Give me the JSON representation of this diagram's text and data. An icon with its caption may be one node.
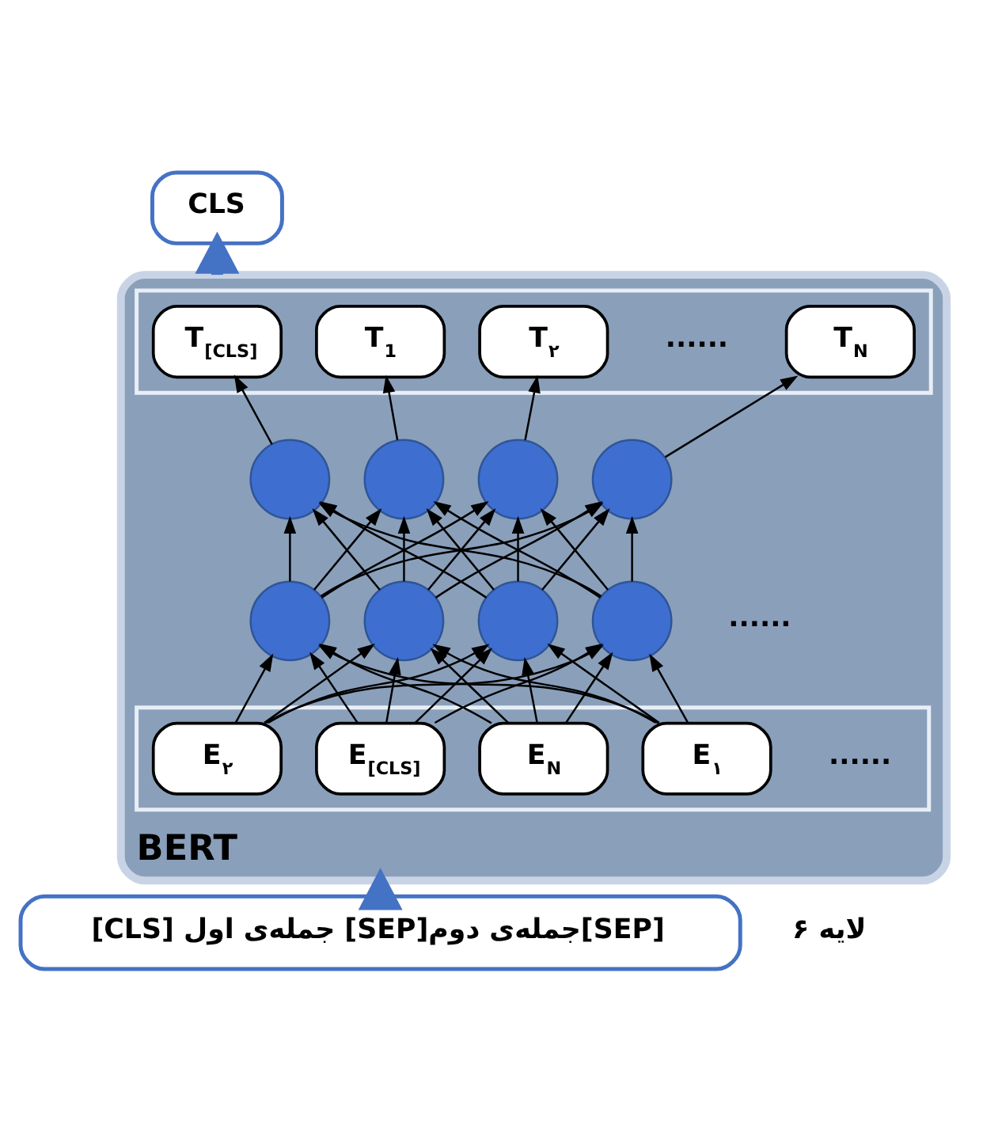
{
  "diagram": {
    "nodes": [
      {
        "text": [
          "CLS"
        ]
      },
      {
        "text": [
          "BERT"
        ]
      },
      {
        "text": [],
        "shape": "box",
        "in": 1
      },
      {
        "text": [
          "T$_{[CLS]}$"
        ],
        "in": 2
      },
      {
        "text": [
          "T$_{1}$"
        ],
        "in": 2
      },
      {
        "text": [
          "T$_{۲}$"
        ],
        "in": 2
      },
      {
        "text": [
          "T$_{N}$"
        ],
        "in": 2
      },
      {
        "text": [],
        "shape": "circle",
        "in": 1
      },
      {
        "text": [],
        "shape": "circle",
        "in": 1
      },
      {
        "text": [],
        "shape": "circle",
        "in": 1
      },
      {
        "text": [],
        "shape": "circle",
        "in": 1
      },
      {
        "text": [],
        "shape": "circle",
        "in": 1
      },
      {
        "text": [],
        "shape": "circle",
        "in": 1
      },
      {
        "text": [],
        "shape": "circle",
        "in": 1
      },
      {
        "text": [],
        "shape": "circle",
        "in": 1
      },
      {
        "text": [],
        "shape": "box",
        "in": 1
      },
      {
        "text": [
          "E$_{[CLS]}$"
        ],
        "in": 15
      },
      {
        "text": [
          "E$_{۱}$"
        ],
        "in": 15
      },
      {
        "text": [
          "E$_{۲}$"
        ],
        "in": 15
      },
      {
        "text": [
          "E$_{N}$"
        ],
        "in": 15
      },
      {
        "text": [
          "[CLS] جمله‌ی اول [SEP]جمله‌ی دوم[SEP]"
        ]
      }
    ],
    "edges": [
      {
        "from": 1,
        "to": 0,
        "arrow": "to",
        "style": "thick",
        "color": "#4472c4"
      },
      {
        "from": 7,
        "to": 3,
        "arrow": "to"
      },
      {
        "from": 8,
        "to": 4,
        "arrow": "to"
      },
      {
        "from": 9,
        "to": 5,
        "arrow": "to"
      },
      {
        "from": 10,
        "to": 6,
        "arrow": "to"
      },
      {
        "from": 11,
        "to": 7,
        "arrow": "to"
      },
      {
        "from": 11,
        "to": 8,
        "arrow": "to"
      },
      {
        "from": 11,
        "to": 9,
        "arrow": "to"
      },
      {
        "from": 11,
        "to": 10,
        "arrow": "to"
      },
      {
        "from": 12,
        "to": 7,
        "arrow": "to"
      },
      {
        "from": 12,
        "to": 8,
        "arrow": "to"
      },
      {
        "from": 12,
        "to": 9,
        "arrow": "to"
      },
      {
        "from": 12,
        "to": 10,
        "arrow": "to"
      },
      {
        "from": 13,
        "to": 7,
        "arrow": "to"
      },
      {
        "from": 13,
        "to": 8,
        "arrow": "to"
      },
      {
        "from": 13,
        "to": 9,
        "arrow": "to"
      },
      {
        "from": 13,
        "to": 10,
        "arrow": "to"
      },
      {
        "from": 14,
        "to": 7,
        "arrow": "to"
      },
      {
        "from": 14,
        "to": 8,
        "arrow": "to"
      },
      {
        "from": 14,
        "to": 9,
        "arrow": "to"
      },
      {
        "from": 14,
        "to": 10,
        "arrow": "to"
      },
      {
        "from": 16,
        "to": 11,
        "arrow": "to"
      },
      {
        "from": 16,
        "to": 12,
        "arrow": "to"
      },
      {
        "from": 16,
        "to": 13,
        "arrow": "to"
      },
      {
        "from": 16,
        "to": 14,
        "arrow": "to"
      },
      {
        "from": 17,
        "to": 11,
        "arrow": "to"
      },
      {
        "from": 17,
        "to": 12,
        "arrow": "to"
      },
      {
        "from": 17,
        "to": 13,
        "arrow": "to"
      },
      {
        "from": 17,
        "to": 14,
        "arrow": "to"
      },
      {
        "from": 18,
        "to": 11,
        "arrow": "to"
      },
      {
        "from": 18,
        "to": 12,
        "arrow": "to"
      },
      {
        "from": 18,
        "to": 13,
        "arrow": "to"
      },
      {
        "from": 18,
        "to": 14,
        "arrow": "to"
      },
      {
        "from": 19,
        "to": 11,
        "arrow": "to"
      },
      {
        "from": 19,
        "to": 12,
        "arrow": "to"
      },
      {
        "from": 19,
        "to": 13,
        "arrow": "to"
      },
      {
        "from": 19,
        "to": 14,
        "arrow": "to"
      },
      {
        "from": 20,
        "to": 1,
        "arrow": "to",
        "style": "thick",
        "color": "#4472c4"
      }
    ],
    "labels": [
      "۶ لایه",
      "......",
      "......",
      "......"
    ]
  }
}
